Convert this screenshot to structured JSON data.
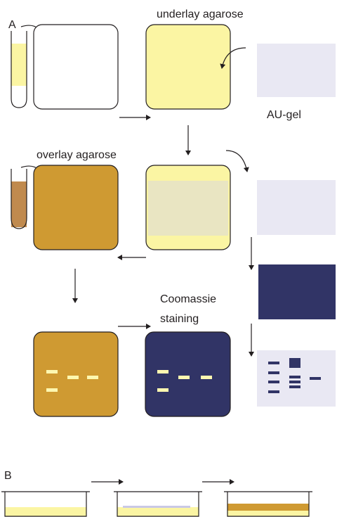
{
  "panel_a": {
    "label": "A",
    "underlay_label": "underlay agarose",
    "gel_label": "AU-gel",
    "overlay_label": "overlay agarose",
    "stain_label_line1": "Coomassie",
    "stain_label_line2": "staining"
  },
  "panel_b": {
    "label": "B"
  },
  "colors": {
    "underlay": "#fbf5a3",
    "overlay": "#cf9a32",
    "gel": "#e9e8f3",
    "stained_gel": "#313466",
    "band": "#fdf7b0",
    "tube_sample": "#c08a4e"
  }
}
